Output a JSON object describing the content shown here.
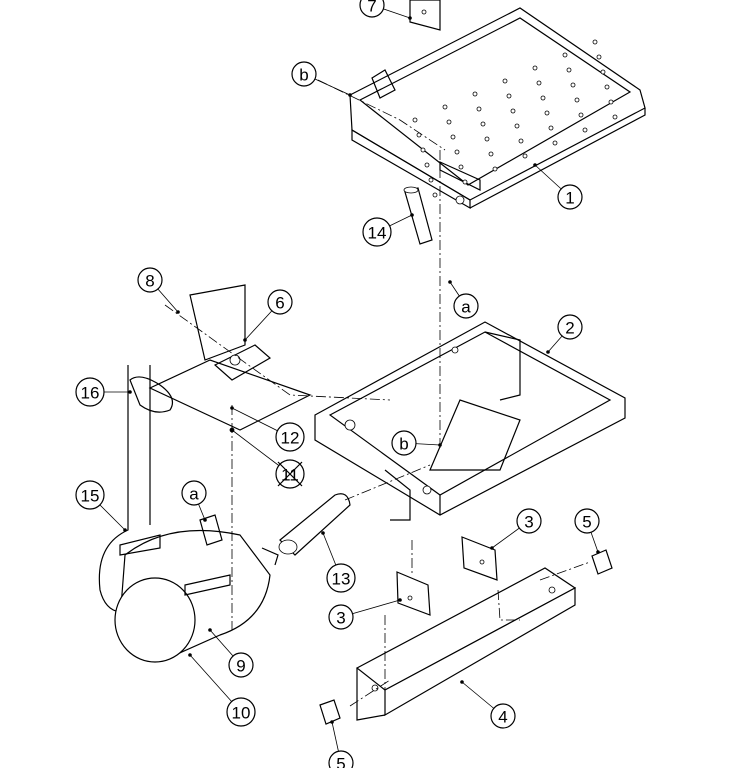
{
  "diagram": {
    "callouts": [
      {
        "id": "c7",
        "label": "7"
      },
      {
        "id": "cb1",
        "label": "b"
      },
      {
        "id": "c1",
        "label": "1"
      },
      {
        "id": "c14",
        "label": "14"
      },
      {
        "id": "ca1",
        "label": "a"
      },
      {
        "id": "c8",
        "label": "8"
      },
      {
        "id": "c6",
        "label": "6"
      },
      {
        "id": "c2",
        "label": "2"
      },
      {
        "id": "c16",
        "label": "16"
      },
      {
        "id": "c12",
        "label": "12"
      },
      {
        "id": "c11",
        "label": "11",
        "crossed_out": true
      },
      {
        "id": "cb2",
        "label": "b"
      },
      {
        "id": "c15",
        "label": "15"
      },
      {
        "id": "ca2",
        "label": "a"
      },
      {
        "id": "c3a",
        "label": "3"
      },
      {
        "id": "c5a",
        "label": "5"
      },
      {
        "id": "c13",
        "label": "13"
      },
      {
        "id": "c3b",
        "label": "3"
      },
      {
        "id": "c9",
        "label": "9"
      },
      {
        "id": "c10",
        "label": "10"
      },
      {
        "id": "c4",
        "label": "4"
      },
      {
        "id": "c5b",
        "label": "5"
      }
    ]
  }
}
